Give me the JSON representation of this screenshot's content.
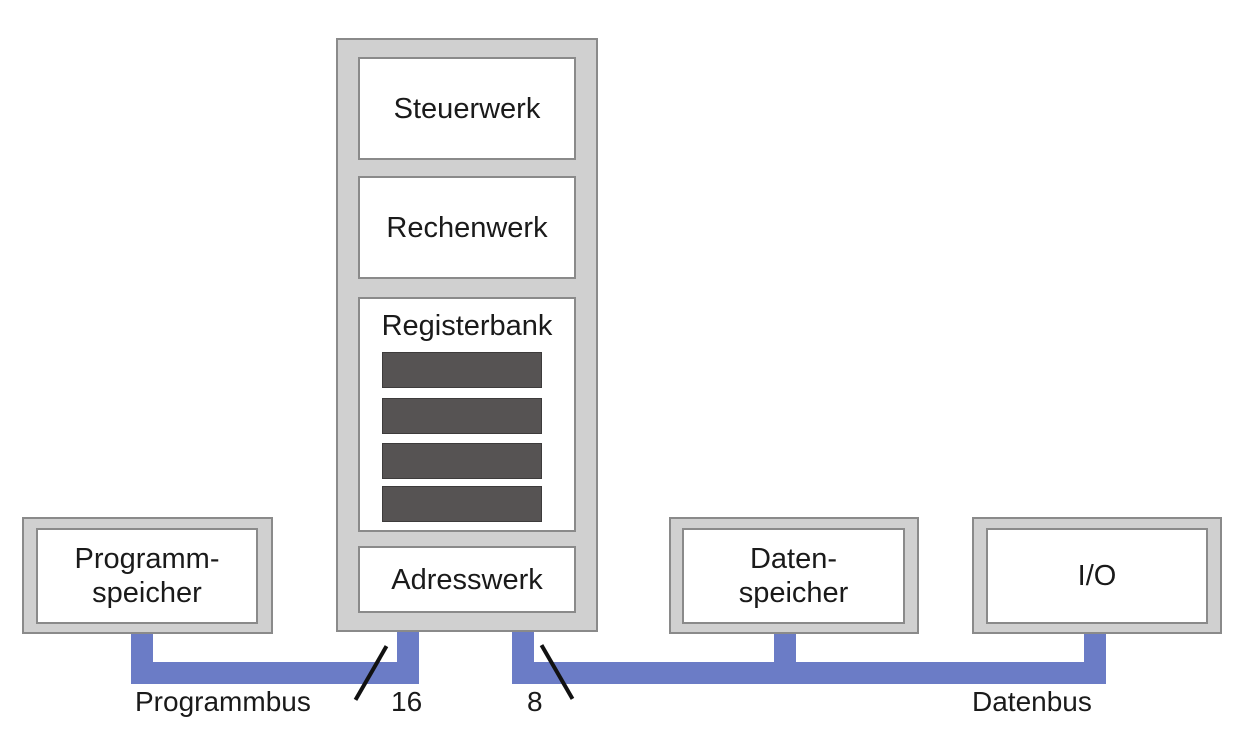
{
  "cpu": {
    "steuerwerk": "Steuerwerk",
    "rechenwerk": "Rechenwerk",
    "registerbank": "Registerbank",
    "adresswerk": "Adresswerk"
  },
  "programmspeicher": "Programm-\nspeicher",
  "datenspeicher": "Daten-\nspeicher",
  "io": "I/O",
  "buses": {
    "programmbus": "Programmbus",
    "programmbus_width": "16",
    "datenbus": "Datenbus",
    "datenbus_width": "8"
  },
  "colors": {
    "bus": "#6b7cc6",
    "frame": "#d0d0d0",
    "register": "#565353"
  }
}
